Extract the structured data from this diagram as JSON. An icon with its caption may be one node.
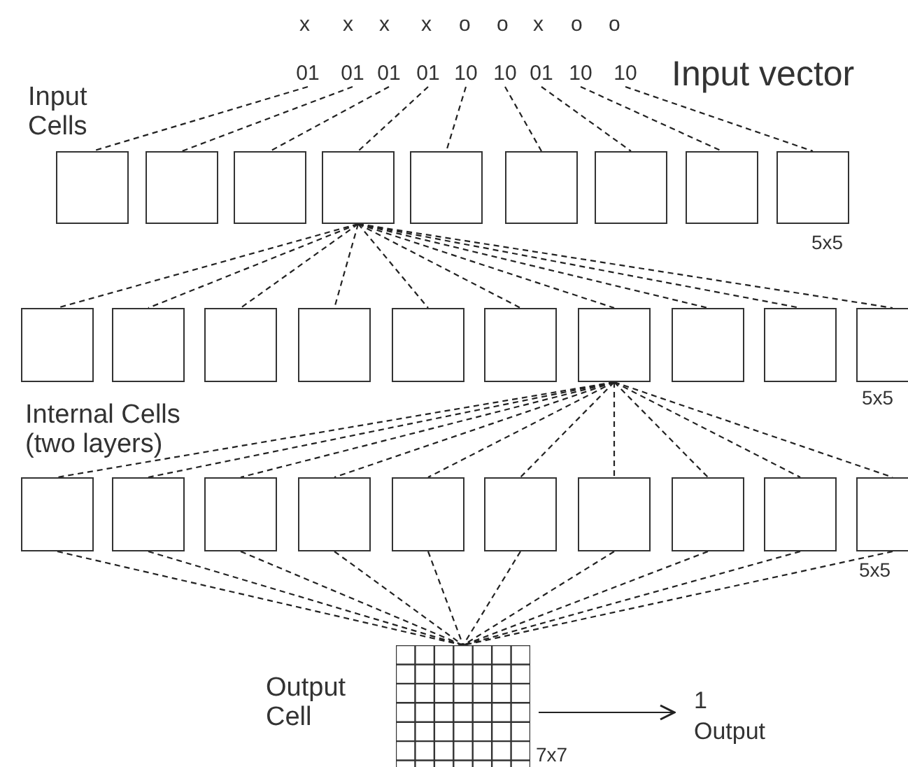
{
  "diagram": {
    "nodes": [
      {
        "text": [
          "01"
        ]
      },
      {
        "text": [
          "01"
        ]
      },
      {
        "text": [
          "01"
        ]
      },
      {
        "text": [
          "01"
        ]
      },
      {
        "text": [
          "10"
        ]
      },
      {
        "text": [
          "10"
        ]
      },
      {
        "text": [
          "01"
        ]
      },
      {
        "text": [
          "10"
        ]
      },
      {
        "text": [
          "10"
        ]
      },
      {
        "text": [],
        "shape": "box"
      },
      {
        "text": [],
        "shape": "box"
      },
      {
        "text": [],
        "shape": "box"
      },
      {
        "text": [],
        "shape": "box"
      },
      {
        "text": [],
        "shape": "box"
      },
      {
        "text": [],
        "shape": "box"
      },
      {
        "text": [],
        "shape": "box"
      },
      {
        "text": [],
        "shape": "box"
      },
      {
        "text": [],
        "shape": "box"
      },
      {
        "text": [],
        "shape": "box"
      },
      {
        "text": [],
        "shape": "box"
      },
      {
        "text": [],
        "shape": "box"
      },
      {
        "text": [],
        "shape": "box"
      },
      {
        "text": [],
        "shape": "box"
      },
      {
        "text": [],
        "shape": "box"
      },
      {
        "text": [],
        "shape": "box"
      },
      {
        "text": [],
        "shape": "box"
      },
      {
        "text": [],
        "shape": "box"
      },
      {
        "text": [],
        "shape": "box"
      },
      {
        "text": [],
        "shape": "box"
      },
      {
        "text": [],
        "shape": "box"
      },
      {
        "text": [],
        "shape": "box"
      },
      {
        "text": [],
        "shape": "box"
      },
      {
        "text": [],
        "shape": "box"
      },
      {
        "text": [],
        "shape": "box"
      },
      {
        "text": [],
        "shape": "box"
      },
      {
        "text": [],
        "shape": "box"
      },
      {
        "text": [],
        "shape": "box"
      },
      {
        "text": [],
        "shape": "box"
      },
      {
        "text": [],
        "shape": "box"
      },
      {
        "text": [
          "1",
          "Output"
        ]
      }
    ],
    "edges": [
      {
        "from": 0,
        "to": 9,
        "arrow": "none",
        "style": "dashed"
      },
      {
        "from": 1,
        "to": 10,
        "arrow": "none",
        "style": "dashed"
      },
      {
        "from": 2,
        "to": 11,
        "arrow": "none",
        "style": "dashed"
      },
      {
        "from": 3,
        "to": 12,
        "arrow": "none",
        "style": "dashed"
      },
      {
        "from": 4,
        "to": 13,
        "arrow": "none",
        "style": "dashed"
      },
      {
        "from": 5,
        "to": 14,
        "arrow": "none",
        "style": "dashed"
      },
      {
        "from": 6,
        "to": 15,
        "arrow": "none",
        "style": "dashed"
      },
      {
        "from": 7,
        "to": 16,
        "arrow": "none",
        "style": "dashed"
      },
      {
        "from": 8,
        "to": 17,
        "arrow": "none",
        "style": "dashed"
      },
      {
        "from": 12,
        "to": 18,
        "arrow": "none",
        "style": "dashed"
      },
      {
        "from": 12,
        "to": 19,
        "arrow": "none",
        "style": "dashed"
      },
      {
        "from": 12,
        "to": 20,
        "arrow": "none",
        "style": "dashed"
      },
      {
        "from": 12,
        "to": 21,
        "arrow": "none",
        "style": "dashed"
      },
      {
        "from": 12,
        "to": 22,
        "arrow": "none",
        "style": "dashed"
      },
      {
        "from": 12,
        "to": 23,
        "arrow": "none",
        "style": "dashed"
      },
      {
        "from": 12,
        "to": 24,
        "arrow": "none",
        "style": "dashed"
      },
      {
        "from": 12,
        "to": 25,
        "arrow": "none",
        "style": "dashed"
      },
      {
        "from": 12,
        "to": 26,
        "arrow": "none",
        "style": "dashed"
      },
      {
        "from": 12,
        "to": 27,
        "arrow": "none",
        "style": "dashed"
      },
      {
        "from": 24,
        "to": 28,
        "arrow": "none",
        "style": "dashed"
      },
      {
        "from": 24,
        "to": 29,
        "arrow": "none",
        "style": "dashed"
      },
      {
        "from": 24,
        "to": 30,
        "arrow": "none",
        "style": "dashed"
      },
      {
        "from": 24,
        "to": 31,
        "arrow": "none",
        "style": "dashed"
      },
      {
        "from": 24,
        "to": 32,
        "arrow": "none",
        "style": "dashed"
      },
      {
        "from": 24,
        "to": 33,
        "arrow": "none",
        "style": "dashed"
      },
      {
        "from": 24,
        "to": 34,
        "arrow": "none",
        "style": "dashed"
      },
      {
        "from": 24,
        "to": 35,
        "arrow": "none",
        "style": "dashed"
      },
      {
        "from": 24,
        "to": 36,
        "arrow": "none",
        "style": "dashed"
      },
      {
        "from": 24,
        "to": 37,
        "arrow": "none",
        "style": "dashed"
      },
      {
        "from": 28,
        "to": 38,
        "arrow": "none",
        "style": "dashed"
      },
      {
        "from": 29,
        "to": 38,
        "arrow": "none",
        "style": "dashed"
      },
      {
        "from": 30,
        "to": 38,
        "arrow": "none",
        "style": "dashed"
      },
      {
        "from": 31,
        "to": 38,
        "arrow": "none",
        "style": "dashed"
      },
      {
        "from": 32,
        "to": 38,
        "arrow": "none",
        "style": "dashed"
      },
      {
        "from": 33,
        "to": 38,
        "arrow": "none",
        "style": "dashed"
      },
      {
        "from": 34,
        "to": 38,
        "arrow": "none",
        "style": "dashed"
      },
      {
        "from": 35,
        "to": 38,
        "arrow": "none",
        "style": "dashed"
      },
      {
        "from": 36,
        "to": 38,
        "arrow": "none",
        "style": "dashed"
      },
      {
        "from": 37,
        "to": 38,
        "arrow": "none",
        "style": "dashed"
      },
      {
        "from": 38,
        "to": 39,
        "arrow": "to"
      }
    ],
    "labels": [
      "x",
      "x",
      "x",
      "x",
      "o",
      "o",
      "x",
      "o",
      "o",
      "Input vector",
      "Input Cells",
      "5x5",
      "5x5",
      "Internal Cells (two layers)",
      "5x5",
      "Output Cell",
      "7x7"
    ]
  }
}
